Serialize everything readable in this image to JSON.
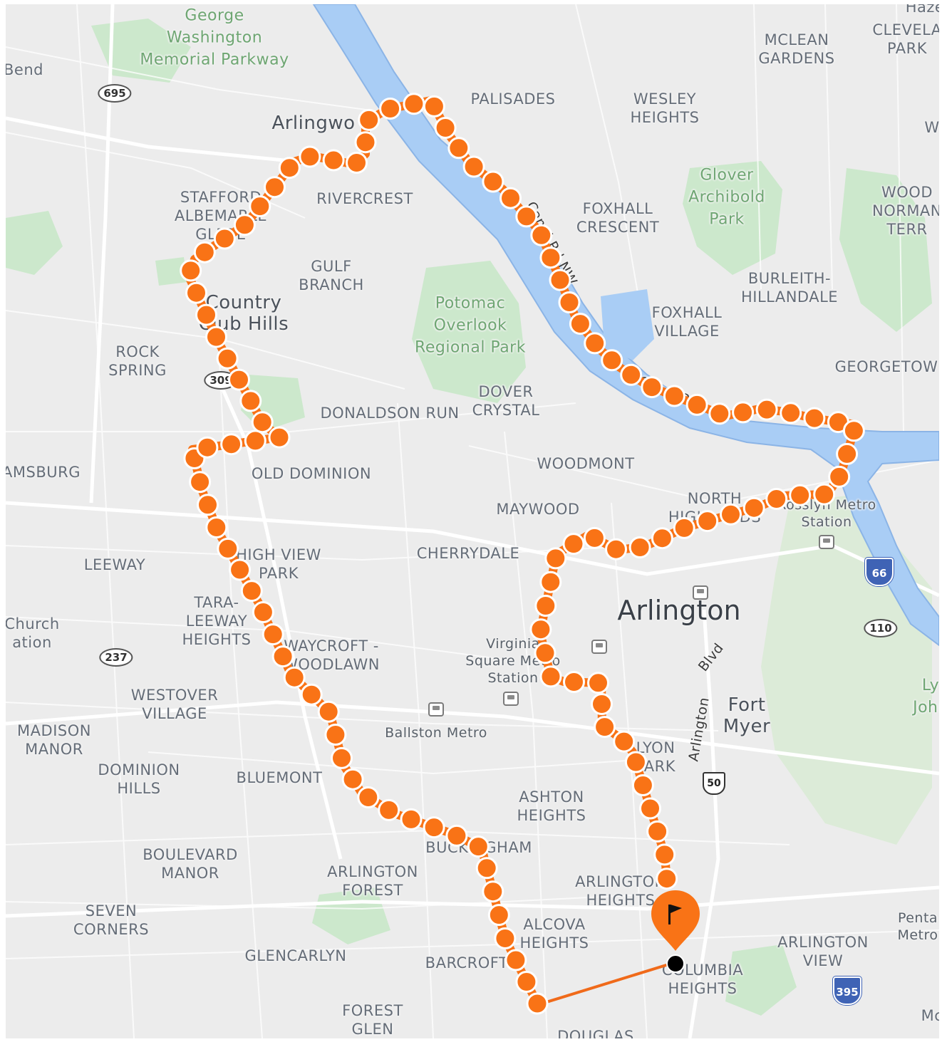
{
  "map": {
    "labels": {
      "george_washington_parkway": "George\nWashington\nMemorial Parkway",
      "bend": "Bend",
      "arlingwood": "Arlingwo",
      "palisades": "PALISADES",
      "wesley_heights": "WESLEY\nHEIGHTS",
      "mclean_gardens": "MCLEAN\nGARDENS",
      "cleveland_park": "CLEVELA\nPARK",
      "w_edge": "W",
      "stafford_albemarle_glebe": "STAFFORD\nALBEMARLE\nGLEBE",
      "rivercrest": "RIVERCREST",
      "glover_archbold_park": "Glover\nArchibold\nPark",
      "woodley_normanstone": "WOOD\nNORMAN\nTERR",
      "foxhall_crescent": "FOXHALL\nCRESCENT",
      "gulf_branch": "GULF\nBRANCH",
      "country_club_hills": "Country\nClub Hills",
      "potomac_overlook": "Potomac\nOverlook\nRegional Park",
      "burleith_hillandale": "BURLEITH-\nHILLANDALE",
      "foxhall_village": "FOXHALL\nVILLAGE",
      "rock_spring": "ROCK\nSPRING",
      "georgetown": "GEORGETOW",
      "dover_crystal": "DOVER\nCRYSTAL",
      "donaldson_run": "DONALDSON RUN",
      "williamsburg": "AMSBURG",
      "old_dominion": "OLD DOMINION",
      "woodmont": "WOODMONT",
      "maywood": "MAYWOOD",
      "north_highlands": "NORTH\nHIGHLANDS",
      "rosslyn_metro": "Rosslyn Metro\nStation",
      "leeway": "LEEWAY",
      "high_view_park": "HIGH VIEW\nPARK",
      "cherrydale": "CHERRYDALE",
      "arlington": "Arlington",
      "church_station": "Church\nation",
      "tara_leeway_heights": "TARA-\nLEEWAY\nHEIGHTS",
      "waycroft_woodlawn": "WAYCROFT -\nWOODLAWN",
      "virginia_square_metro": "Virginia\nSquare Metro\nStation",
      "arlington_blvd_1": "Blvd",
      "arlington_blvd_2": "Arlington",
      "fort_myer": "Fort\nMyer",
      "westover_village": "WESTOVER\nVILLAGE",
      "madison_manor": "MADISON\nMANOR",
      "ballston_metro": "Ballston Metro",
      "lyon_park": "LYON\nPARK",
      "lyndon_johnson": "Ly\nJohn",
      "dominion_hills": "DOMINION\nHILLS",
      "bluemont": "BLUEMONT",
      "ashton_heights": "ASHTON\nHEIGHTS",
      "buckingham": "BUCKINGHAM",
      "boulevard_manor": "BOULEVARD\nMANOR",
      "arlington_forest": "ARLINGTON\nFOREST",
      "arlington_heights": "ARLINGTON\nHEIGHTS",
      "pentagon_metro": "Penta\nMetro",
      "seven_corners": "SEVEN\nCORNERS",
      "alcova_heights": "ALCOVA\nHEIGHTS",
      "arlington_view": "ARLINGTON\nVIEW",
      "glencarlyn": "GLENCARLYN",
      "barcroft": "BARCROFT",
      "columbia_heights": "COLUMBIA\nHEIGHTS",
      "forest_glen": "FOREST\nGLEN",
      "douglas": "DOUGLAS",
      "canal_rd_1": "Canal Rd NW",
      "canal_rd_2": "Canal Rd",
      "hazen": "Haze",
      "m_edge": "Mc"
    },
    "shields": {
      "r695": "695",
      "r309": "309",
      "r237": "237",
      "r110": "110",
      "i66": "66",
      "i395": "395",
      "us50": "50"
    },
    "colors": {
      "land": "#ececec",
      "water": "#a9cdf5",
      "water_edge": "#8bb4e6",
      "park": "#cce8cc",
      "route": "#f97316",
      "route_link": "#f06a1a",
      "marker": "#f97316",
      "destination_dot": "#000000"
    },
    "icons": {
      "destination_marker": "flag-icon",
      "metro": "metro-station-icon"
    }
  }
}
